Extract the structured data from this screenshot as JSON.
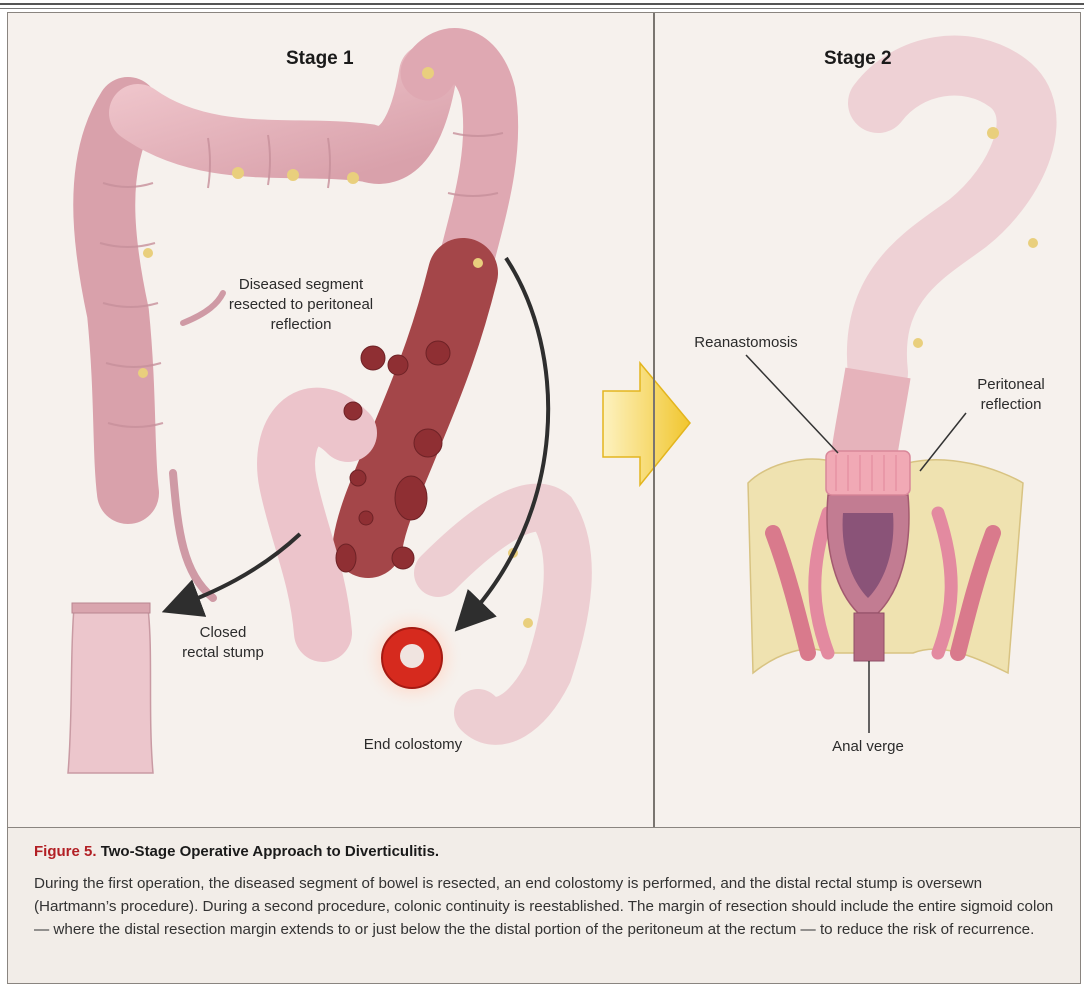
{
  "figure": {
    "stage1_title": "Stage 1",
    "stage2_title": "Stage 2",
    "labels": {
      "diseased_segment": "Diseased segment\nresected to peritoneal\nreflection",
      "closed_rectal_stump": "Closed\nrectal stump",
      "end_colostomy": "End colostomy",
      "reanastomosis": "Reanastomosis",
      "peritoneal_reflection": "Peritoneal\nreflection",
      "anal_verge": "Anal verge"
    }
  },
  "caption": {
    "figure_number": "Figure 5.",
    "title": "Two-Stage Operative Approach to Diverticulitis.",
    "body": "During the first operation, the diseased segment of bowel is resected, an end colostomy is performed, and the distal rectal stump is oversewn (Hartmann’s procedure). During a second procedure, colonic continuity is reestablished. The margin of resection should include the entire sigmoid colon — where the distal resection margin extends to or just below the the distal portion of the peritoneum at the rectum — to reduce the risk of recurrence."
  },
  "colors": {
    "colon": "#e6b3bb",
    "colon_shadow": "#c98c97",
    "diseased": "#9b3a3a",
    "stoma": "#d62a1e",
    "arrow_yellow": "#f5d44a",
    "caption_red": "#b21f24",
    "fat": "#efe2b0",
    "muscle": "#d97a8c"
  }
}
